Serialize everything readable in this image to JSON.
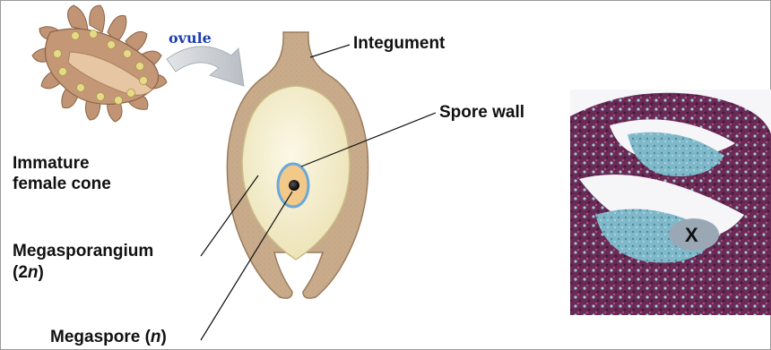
{
  "labels": {
    "ovule": "ovule",
    "immature_cone_line1": "Immature",
    "immature_cone_line2": "female cone",
    "integument": "Integument",
    "spore_wall": "Spore wall",
    "megasporangium": "Megasporangium",
    "megasporangium_ploidy_open": "(2",
    "megasporangium_ploidy_n": "n",
    "megasporangium_ploidy_close": ")",
    "megaspore": "Megaspore (",
    "megaspore_n": "n",
    "megaspore_close": ")",
    "micrograph_marker": "X"
  },
  "colors": {
    "integument": "#c8ab8b",
    "integument_dark": "#a88a6a",
    "megasporangium": "#f5efcf",
    "spore_wall": "#6aa8d8",
    "megaspore_inner": "#f3c98a",
    "arrow": "#c9cdd2",
    "cone_body": "#b98d68",
    "ovule_dot": "#e7d98a"
  }
}
